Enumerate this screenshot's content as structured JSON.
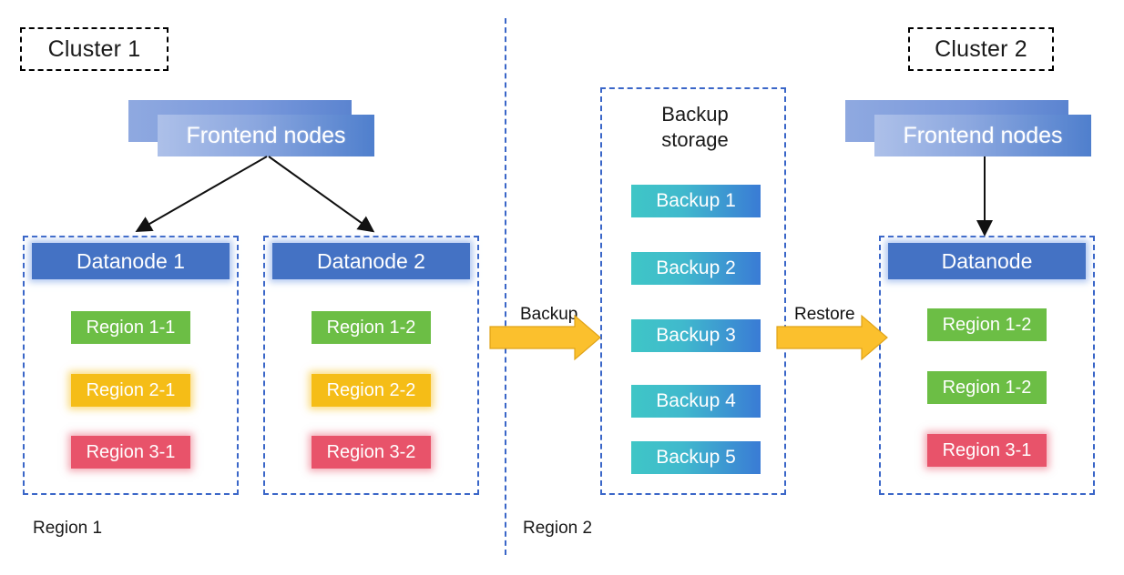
{
  "clusters": {
    "left": {
      "tag": "Cluster 1",
      "frontend_label": "Frontend nodes",
      "region_footer": "Region 1"
    },
    "right": {
      "tag": "Cluster 2",
      "frontend_label": "Frontend nodes"
    }
  },
  "left_datanodes": [
    {
      "title": "Datanode 1",
      "regions": [
        {
          "label": "Region 1-1",
          "color": "#6cbe45",
          "tone": "green"
        },
        {
          "label": "Region 2-1",
          "color": "#f5bd17",
          "tone": "yellow"
        },
        {
          "label": "Region 3-1",
          "color": "#e8536a",
          "tone": "red"
        }
      ]
    },
    {
      "title": "Datanode 2",
      "regions": [
        {
          "label": "Region 1-2",
          "color": "#6cbe45",
          "tone": "green"
        },
        {
          "label": "Region 2-2",
          "color": "#f5bd17",
          "tone": "yellow"
        },
        {
          "label": "Region 3-2",
          "color": "#e8536a",
          "tone": "red"
        }
      ]
    }
  ],
  "backup_storage": {
    "title": "Backup\nstorage",
    "footer": "Region 2",
    "items": [
      {
        "label": "Backup 1"
      },
      {
        "label": "Backup 2"
      },
      {
        "label": "Backup 3"
      },
      {
        "label": "Backup 4"
      },
      {
        "label": "Backup 5"
      }
    ]
  },
  "right_datanode": {
    "title": "Datanode",
    "regions": [
      {
        "label": "Region 1-2",
        "color": "#6cbe45",
        "tone": "green"
      },
      {
        "label": "Region 1-2",
        "color": "#6cbe45",
        "tone": "green"
      },
      {
        "label": "Region 3-1",
        "color": "#e8536a",
        "tone": "red"
      }
    ]
  },
  "flows": [
    {
      "label": "Backup",
      "direction": "right"
    },
    {
      "label": "Restore",
      "direction": "right"
    }
  ],
  "colors": {
    "frontend_gradient_start": "#adc0e9",
    "frontend_gradient_end": "#4f7fcd",
    "datanode_blue": "#4472c4",
    "backup_gradient_start": "#3fc6c6",
    "backup_gradient_end": "#3a7bd5",
    "dashed_border_blue": "#3a66c8",
    "dashed_border_black": "#000000",
    "flow_arrow_fill": "#fbc02d",
    "flow_arrow_stroke": "#e8a317",
    "region_green": "#6cbe45",
    "region_yellow": "#f5bd17",
    "region_red": "#e8536a"
  }
}
